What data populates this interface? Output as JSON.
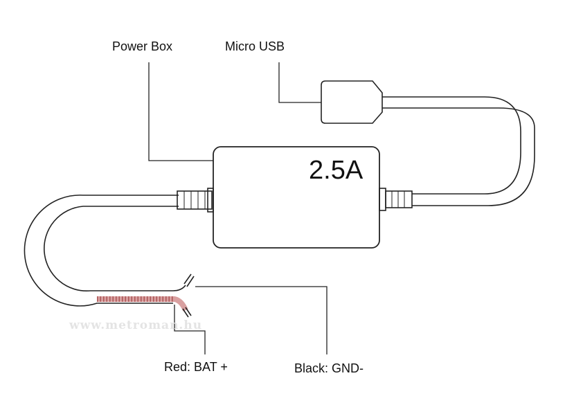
{
  "labels": {
    "power_box": "Power Box",
    "micro_usb": "Micro USB",
    "red": "Red: BAT +",
    "black": "Black: GND-",
    "rating": "2.5A"
  },
  "watermark": "www.metroman.hu",
  "colors": {
    "line": "#222222",
    "red_wire": "#e8b4b4"
  }
}
